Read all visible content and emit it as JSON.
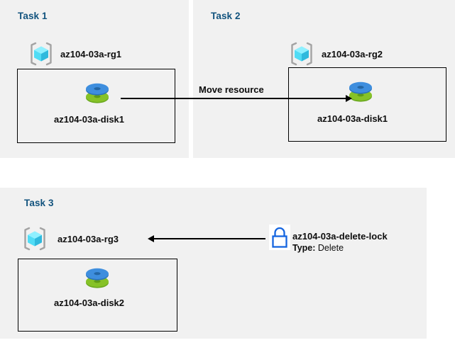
{
  "diagram": {
    "title": "Azure resource groups, disks, move and delete lock diagram",
    "colors": {
      "panel_background": "#f1f1f1",
      "page_background": "#ffffff",
      "task_title": "#12537e",
      "box_border": "#000000",
      "connector": "#000000",
      "lock_blue": "#1565e0",
      "cube_cyan": "#50e6ff",
      "cube_cyan_dark": "#32bedd",
      "bracket_gray": "#a0a0a0",
      "disk_blue": "#3a8cd8",
      "disk_green": "#7ab929"
    }
  },
  "tasks": [
    {
      "id": "task-1",
      "title": "Task 1",
      "resource_group": {
        "name": "az104-03a-rg1",
        "icon": "resource-group-icon"
      },
      "resource": {
        "name": "az104-03a-disk1",
        "icon": "managed-disk-icon"
      }
    },
    {
      "id": "task-2",
      "title": "Task 2",
      "resource_group": {
        "name": "az104-03a-rg2",
        "icon": "resource-group-icon"
      },
      "resource": {
        "name": "az104-03a-disk1",
        "icon": "managed-disk-icon"
      }
    },
    {
      "id": "task-3",
      "title": "Task 3",
      "resource_group": {
        "name": "az104-03a-rg3",
        "icon": "resource-group-icon"
      },
      "resource": {
        "name": "az104-03a-disk2",
        "icon": "managed-disk-icon"
      },
      "lock": {
        "name": "az104-03a-delete-lock",
        "type_label": "Type:",
        "type_value": "Delete",
        "icon": "lock-icon"
      }
    }
  ],
  "connectors": [
    {
      "id": "move-resource-connector",
      "label": "Move resource",
      "direction": "right",
      "from": "az104-03a-disk1 (Task 1)",
      "to": "az104-03a-disk1 (Task 2)"
    },
    {
      "id": "delete-lock-connector",
      "label": "",
      "direction": "left",
      "from": "az104-03a-delete-lock",
      "to": "az104-03a-rg3"
    }
  ]
}
